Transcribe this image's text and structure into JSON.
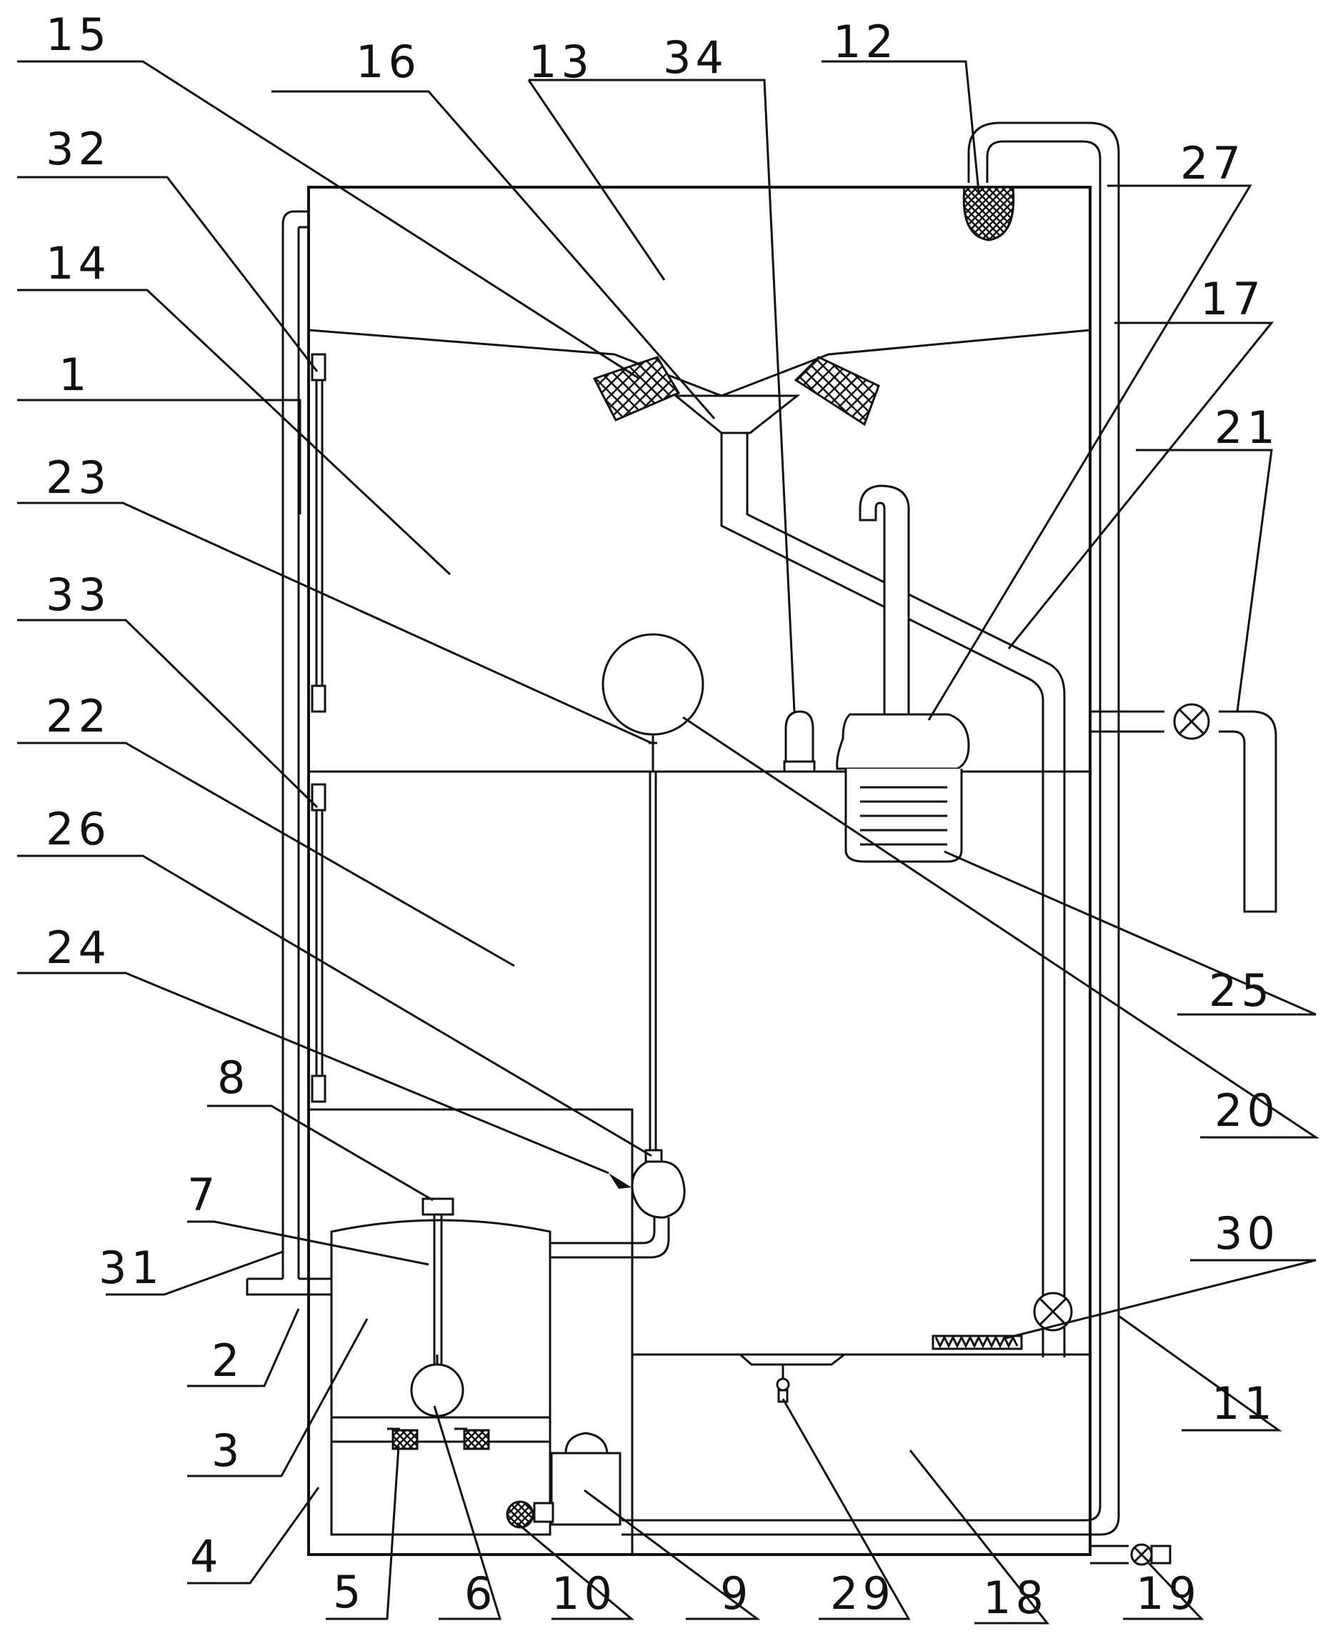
{
  "labels": {
    "l1": "1",
    "l2": "2",
    "l3": "3",
    "l4": "4",
    "l5": "5",
    "l6": "6",
    "l7": "7",
    "l8": "8",
    "l9": "9",
    "l10": "10",
    "l11": "11",
    "l12": "12",
    "l13": "13",
    "l14": "14",
    "l15": "15",
    "l16": "16",
    "l17": "17",
    "l18": "18",
    "l19": "19",
    "l20": "20",
    "l21": "21",
    "l22": "22",
    "l23": "23",
    "l24": "24",
    "l25": "25",
    "l26": "26",
    "l27": "27",
    "l29": "29",
    "l30": "30",
    "l31": "31",
    "l32": "32",
    "l33": "33",
    "l34": "34"
  }
}
